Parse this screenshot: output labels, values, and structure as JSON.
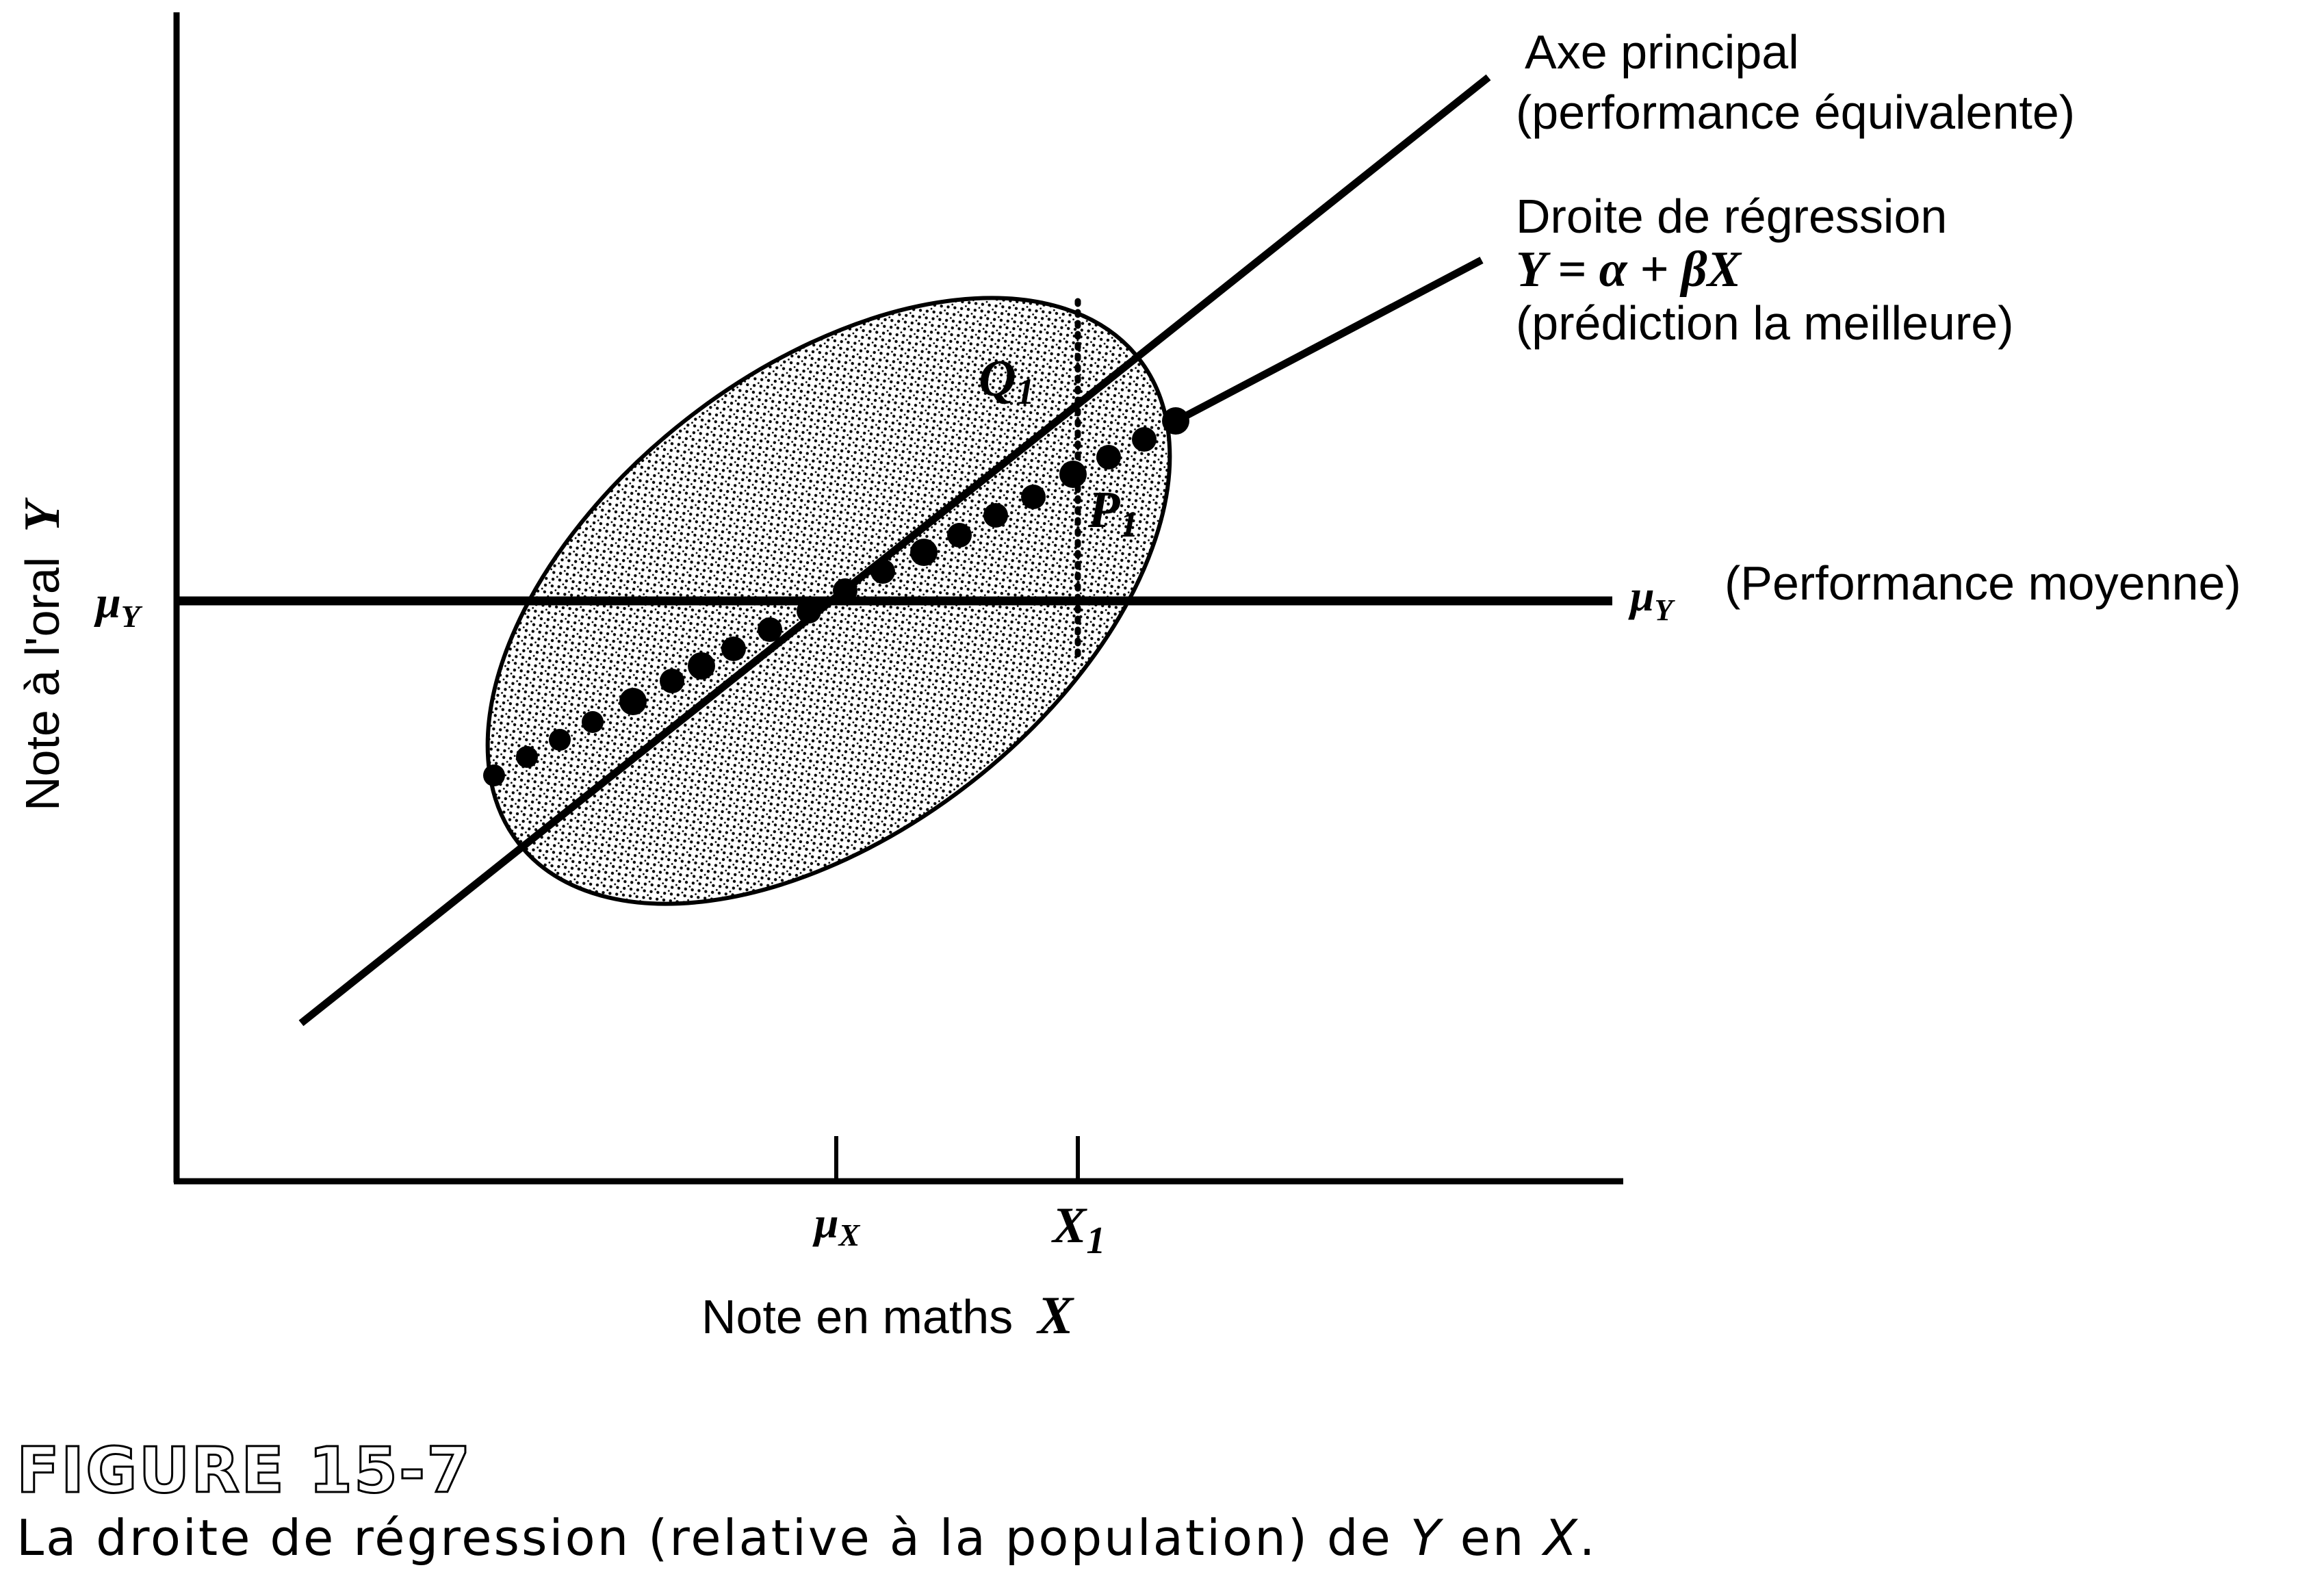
{
  "y_axis_label": {
    "text": "Note à l'oral",
    "var": "Y"
  },
  "x_axis_label": {
    "text": "Note en maths",
    "var": "X"
  },
  "left_mu_y": {
    "mu": "μ",
    "sub": "Y"
  },
  "axe_principal": {
    "line1": "Axe principal",
    "line2": "(performance équivalente)"
  },
  "regression": {
    "line1": "Droite de régression",
    "equation": "Y = α + βX",
    "line3": "(prédiction la meilleure)"
  },
  "mean_line": {
    "mu": "μ",
    "sub": "Y",
    "text": "(Performance moyenne)"
  },
  "point_q": {
    "letter": "Q",
    "sub": "1"
  },
  "point_p": {
    "letter": "P",
    "sub": "1"
  },
  "tick_mu_x": {
    "mu": "μ",
    "sub": "X"
  },
  "tick_x1": {
    "letter": "X",
    "sub": "1"
  },
  "caption": {
    "number": "FIGURE 15-7",
    "text_a": "La droite de régression (relative à la population) de ",
    "var_y": "Y",
    "text_b": " en ",
    "var_x": "X",
    "text_c": "."
  }
}
